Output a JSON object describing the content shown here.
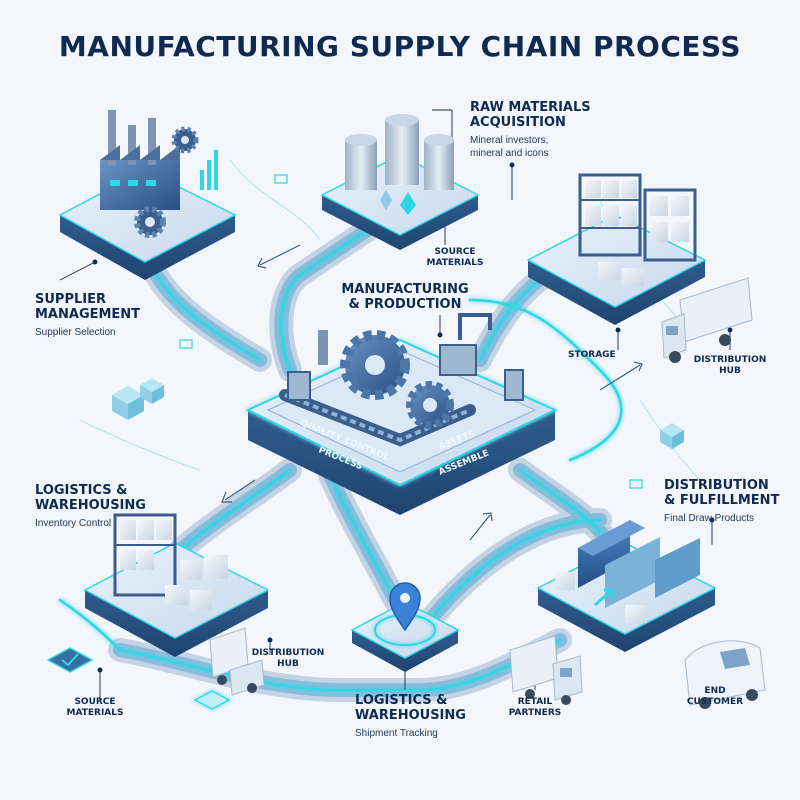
{
  "title": "MANUFACTURING SUPPLY CHAIN PROCESS",
  "colors": {
    "accent": "#2ed6e6",
    "navy": "#0f2a52",
    "platform": "#2f5d8f",
    "platform_top": "#dbe8f5"
  },
  "nodes": {
    "raw_materials": {
      "title_1": "RAW MATERIALS",
      "title_2": "ACQUISITION",
      "sub_1": "Mineral investors,",
      "sub_2": "mineral and icons"
    },
    "source_top": {
      "line_1": "SOURCE",
      "line_2": "MATERIALS"
    },
    "supplier": {
      "title_1": "SUPPLIER",
      "title_2": "MANAGEMENT",
      "sub": "Supplier Selection"
    },
    "manufacturing": {
      "title_1": "MANUFACTURING",
      "title_2": "& PRODUCTION"
    },
    "storage": {
      "label": "STORAGE"
    },
    "distribution_hub_top": {
      "line_1": "DISTRIBUTION",
      "line_2": "HUB"
    },
    "center_platform": {
      "quality": "QUALITY CONTROL",
      "process": "PROCESS",
      "assets": "ASSETS",
      "assemble": "ASSEMBLE"
    },
    "logistics_left": {
      "title_1": "LOGISTICS &",
      "title_2": "WAREHOUSING",
      "sub": "Inventory Control"
    },
    "distribution_fulfillment": {
      "title_1": "DISTRIBUTION",
      "title_2": "& FULFILLMENT",
      "sub": "Final Draw Products"
    },
    "distribution_hub_bottom": {
      "line_1": "DISTRIBUTION",
      "line_2": "HUB"
    },
    "source_bottom": {
      "line_1": "SOURCE",
      "line_2": "MATERIALS"
    },
    "logistics_bottom": {
      "title_1": "LOGISTICS &",
      "title_2": "WAREHOUSING",
      "sub": "Shipment Tracking"
    },
    "retail": {
      "line_1": "RETAIL",
      "line_2": "PARTNERS"
    },
    "end_customer": {
      "line_1": "END",
      "line_2": "CUSTOMER"
    }
  }
}
